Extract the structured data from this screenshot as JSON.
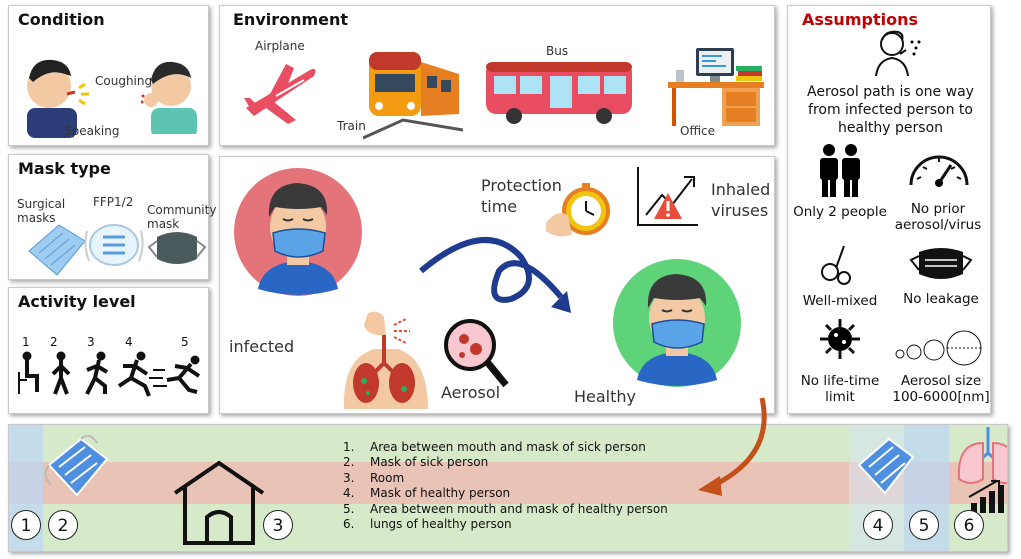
{
  "panels": {
    "condition": {
      "title": "Condition",
      "coughing": "Coughing",
      "speaking": "Speaking"
    },
    "environment": {
      "title": "Environment",
      "airplane": "Airplane",
      "train": "Train",
      "bus": "Bus",
      "office": "Office"
    },
    "mask_type": {
      "title": "Mask type",
      "surgical": "Surgical masks",
      "ffp": "FFP1/2",
      "community": "Community mask"
    },
    "activity": {
      "title": "Activity level",
      "levels": [
        "1",
        "2",
        "3",
        "4",
        "5"
      ]
    },
    "center": {
      "protection_time": "Protection time",
      "inhaled_viruses": "Inhaled viruses",
      "infected": "infected",
      "aerosol": "Aerosol",
      "healthy": "Healthy"
    },
    "assumptions": {
      "title": "Assumptions",
      "path": "Aerosol path is one way from infected person to healthy person",
      "two_people": "Only 2 people",
      "no_prior": "No prior aerosol/virus",
      "well_mixed": "Well-mixed",
      "no_leakage": "No leakage",
      "no_lifetime": "No life-time limit",
      "aerosol_size": "Aerosol size 100-6000[nm]"
    }
  },
  "bottom": {
    "markers": [
      "1",
      "2",
      "3",
      "4",
      "5",
      "6"
    ],
    "legend": [
      {
        "n": "1.",
        "text": "Area between mouth and mask of sick person"
      },
      {
        "n": "2.",
        "text": "Mask of sick person"
      },
      {
        "n": "3.",
        "text": "Room"
      },
      {
        "n": "4.",
        "text": "Mask of healthy person"
      },
      {
        "n": "5.",
        "text": "Area between mouth and mask of healthy person"
      },
      {
        "n": "6.",
        "text": "lungs of healthy person"
      }
    ]
  },
  "colors": {
    "assumptions_title": "#c00000",
    "infected_circle": "#e5737a",
    "healthy_circle": "#5fd37a",
    "arrow_blue": "#1f3b8f",
    "arrow_orange": "#c4501a",
    "mask_blue": "#4f8fe0"
  }
}
